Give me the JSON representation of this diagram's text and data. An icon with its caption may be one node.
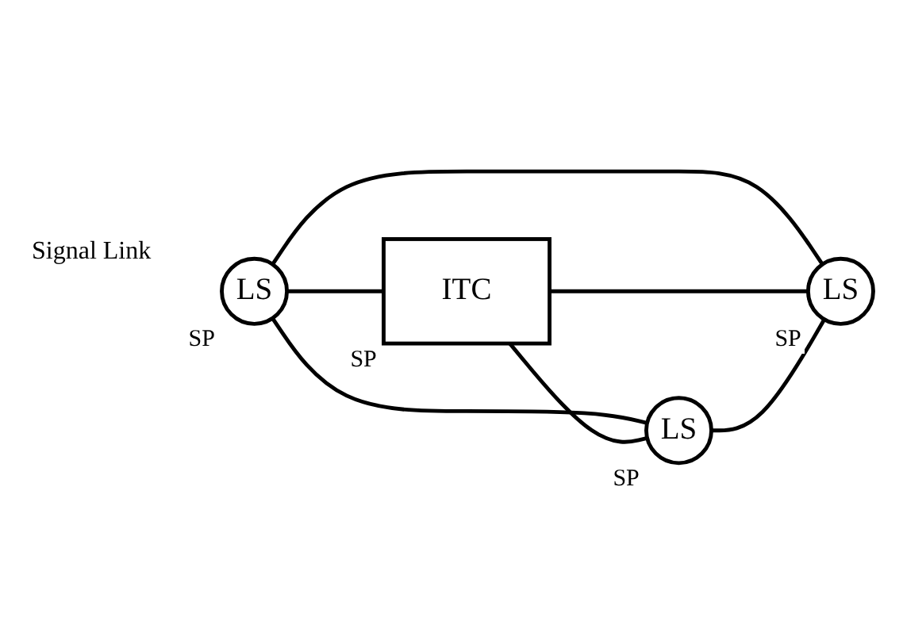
{
  "diagram": {
    "nodes": [
      {
        "text": [
          "LS"
        ],
        "beside": [
          "SP"
        ]
      },
      {
        "text": [
          "ITC"
        ],
        "beside": [
          "SP"
        ]
      },
      {
        "text": [
          "LS"
        ],
        "beside": [
          "SP"
        ]
      },
      {
        "text": [
          "LS"
        ],
        "beside": [
          "SP"
        ]
      }
    ],
    "edges": [
      {
        "from": 0,
        "to": 1,
        "arrow": "none"
      },
      {
        "from": 0,
        "to": 2,
        "arrow": "none"
      },
      {
        "from": 0,
        "to": 3,
        "arrow": "none"
      },
      {
        "from": 1,
        "to": 2,
        "arrow": "none"
      },
      {
        "from": 1,
        "to": 3,
        "arrow": "none"
      },
      {
        "from": 2,
        "to": 3,
        "arrow": "none"
      }
    ],
    "labels": [
      "Signal Link"
    ]
  }
}
